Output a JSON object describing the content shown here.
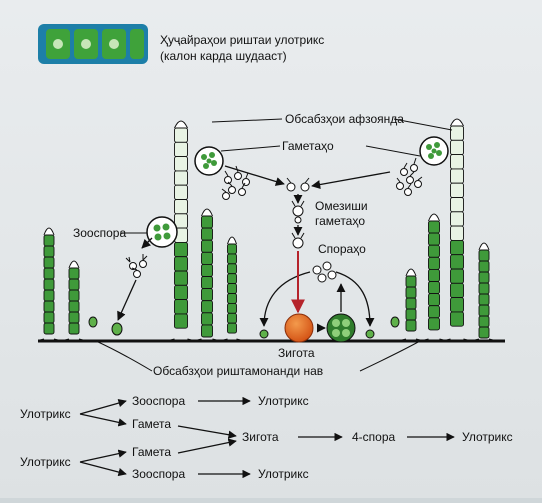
{
  "header": {
    "title_line1": "Ҳуҷайраҳои риштаи улотрикс",
    "title_line2": "(калон карда шудааст)"
  },
  "labels": {
    "mature_filaments": "Обсабзҳои афзоянда",
    "gametes": "Гаметаҳо",
    "fusion_line1": "Омезиши",
    "fusion_line2": "гаметаҳо",
    "zoospore": "Зооспора",
    "spores": "Спораҳо",
    "zygote": "Зигота",
    "young_filaments": "Обсабзҳои риштамонанди нав"
  },
  "flow_scheme": {
    "row1": {
      "start": "Улотрикс",
      "branch_top": "Зооспора",
      "result_top": "Улотрикс",
      "branch_bottom": "Гамета"
    },
    "middle": {
      "zygote": "Зигота",
      "spores": "4-спора",
      "result": "Улотрикс"
    },
    "row2": {
      "start": "Улотрикс",
      "branch_top": "Гамета",
      "branch_bottom": "Зооспора",
      "result_bottom": "Улотрикс"
    }
  },
  "colors": {
    "cell_green": "#3f9a3a",
    "cell_light": "#e8f3e4",
    "zygote_orange": "#e2641f",
    "arrow_red": "#b5232b",
    "line": "#111111"
  }
}
